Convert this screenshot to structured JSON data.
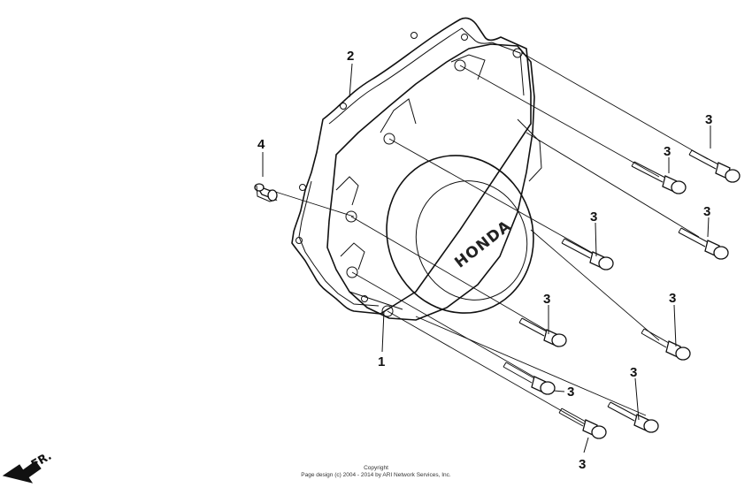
{
  "parts": {
    "cover": "1",
    "gasket": "2",
    "bolt": "3",
    "dowel_pin": "4"
  },
  "cover_logo": "HONDA",
  "direction_label": "FR.",
  "copyright": {
    "line1": "Copyright",
    "line2": "Page design (c) 2004 - 2014 by ARI Network Services, Inc."
  }
}
